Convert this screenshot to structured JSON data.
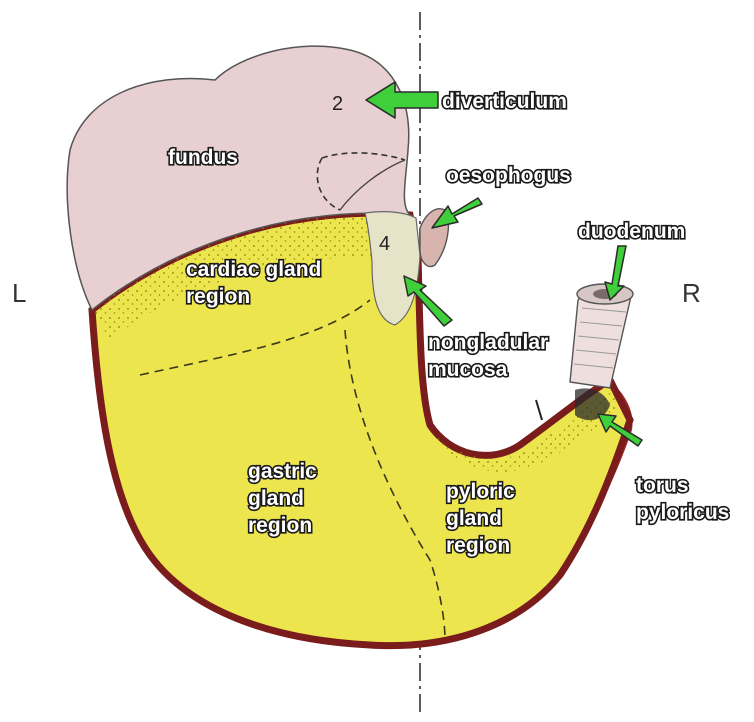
{
  "labels": {
    "diverticulum": "diverticulum",
    "fundus": "fundus",
    "oesophogus": "oesophogus",
    "duodenum": "duodenum",
    "cardiac_gland_region": [
      "cardiac gland",
      "region"
    ],
    "nongladular_mucosa": [
      "nongladular",
      "mucosa"
    ],
    "gastric_gland_region": [
      "gastric",
      "gland",
      "region"
    ],
    "pyloric_gland_region": [
      "pyloric",
      "gland",
      "region"
    ],
    "torus_pyloricus": [
      "torus",
      "pyloricus"
    ]
  },
  "side_labels": {
    "left": "L",
    "right": "R"
  },
  "numbers": {
    "diverticulum": "2",
    "nonglandular": "4"
  },
  "colors": {
    "fundus": "#e8cfd2",
    "glandular": "#ece54e",
    "outline": "#7a1c1c",
    "pylorus": "#9c2a2a",
    "nonglandular": "#e6e4c8",
    "arrow": "#3ecf3a",
    "arrow_outline": "#2a2a2a"
  }
}
